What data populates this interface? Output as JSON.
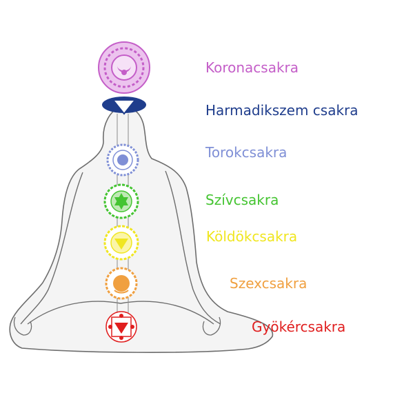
{
  "labels": {
    "crown": "Koronacsakra",
    "third_eye": "Harmadikszem csakra",
    "throat": "Torokcsakra",
    "heart": "Szívcsakra",
    "navel": "Köldökcsakra",
    "sacral": "Szexcsakra",
    "root": "Gyökércsakra"
  },
  "colors": {
    "crown": "#c45ec8",
    "third_eye": "#1f3d8c",
    "throat": "#7f8fd6",
    "heart": "#44c431",
    "navel": "#f0e620",
    "sacral": "#f0a040",
    "root": "#e01e1e",
    "outline": "#6d6d6d",
    "body_fill": "#f4f4f4"
  },
  "icons": {
    "crown": "lotus-mandala-icon",
    "third_eye": "crescent-triangle-icon",
    "throat": "circle-petals-icon",
    "heart": "hexagram-icon",
    "navel": "triangle-petals-icon",
    "sacral": "circle-crescent-icon",
    "root": "square-triangle-icon"
  }
}
